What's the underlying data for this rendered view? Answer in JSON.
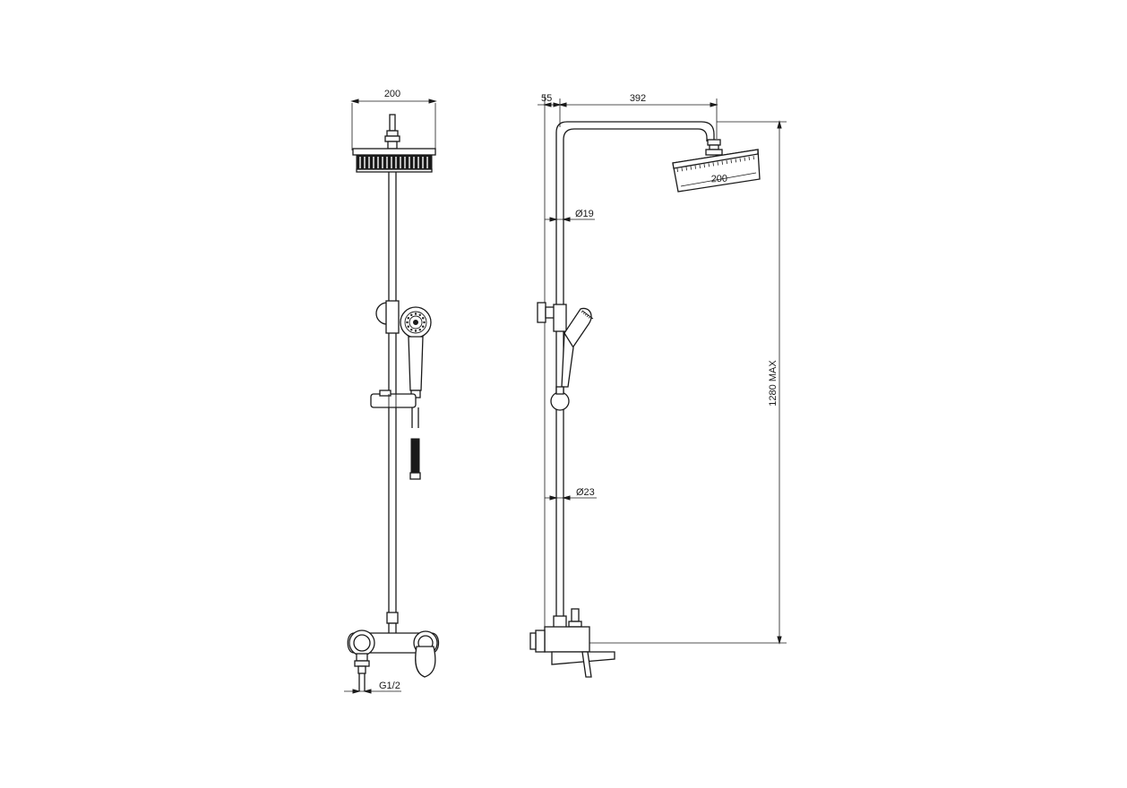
{
  "front_view": {
    "head_width_label": "200",
    "inlet_label": "G1/2"
  },
  "side_view": {
    "wall_offset_label": "55",
    "arm_length_label": "392",
    "head_width_label": "200",
    "upper_pipe_diameter_label": "Ø19",
    "lower_pipe_diameter_label": "Ø23",
    "height_label": "1280 MAX"
  }
}
